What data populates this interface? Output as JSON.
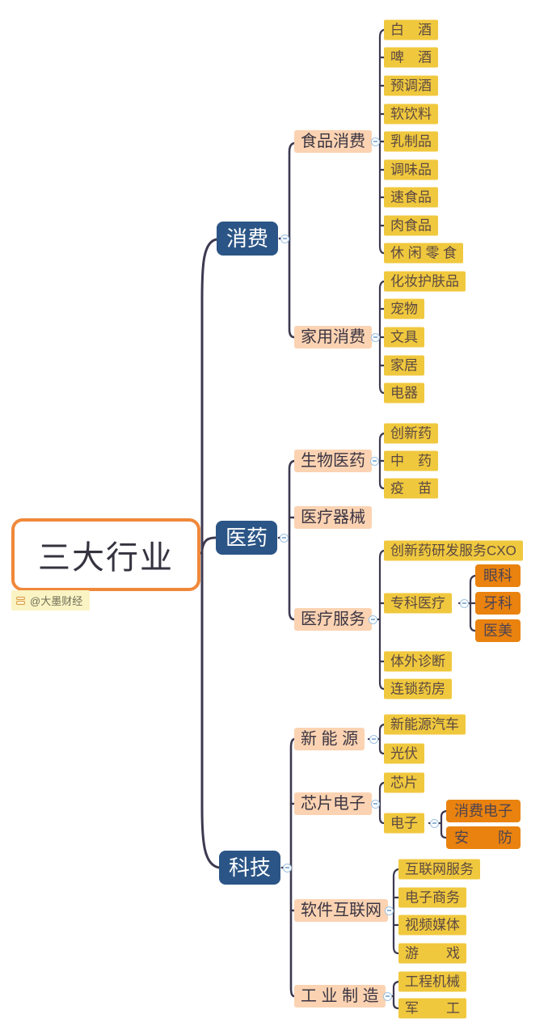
{
  "title": "三大行业",
  "root": {
    "label": "三大行业"
  },
  "watermark": {
    "label": "@大墨财经",
    "icon": "notes-icon"
  },
  "colors": {
    "branch_blue": "#2b5586",
    "subtopic_peach": "#fbd3b2",
    "leaf_yellow": "#f0c83e",
    "highlight_orange": "#e9820f",
    "root_border": "#f0883a",
    "connector_line": "#3c3950"
  },
  "branches": [
    {
      "label": "消费",
      "children": [
        {
          "label": "食品消费",
          "children": [
            {
              "label": "白　酒"
            },
            {
              "label": "啤　酒"
            },
            {
              "label": "预调酒"
            },
            {
              "label": "软饮料"
            },
            {
              "label": "乳制品"
            },
            {
              "label": "调味品"
            },
            {
              "label": "速食品"
            },
            {
              "label": "肉食品"
            },
            {
              "label": "休 闲 零 食"
            }
          ]
        },
        {
          "label": "家用消费",
          "children": [
            {
              "label": "化妆护肤品"
            },
            {
              "label": "宠物"
            },
            {
              "label": "文具"
            },
            {
              "label": "家居"
            },
            {
              "label": "电器"
            }
          ]
        }
      ]
    },
    {
      "label": "医药",
      "children": [
        {
          "label": "生物医药",
          "children": [
            {
              "label": "创新药"
            },
            {
              "label": "中　药"
            },
            {
              "label": "疫　苗"
            }
          ]
        },
        {
          "label": "医疗器械",
          "children": []
        },
        {
          "label": "医疗服务",
          "children": [
            {
              "label": "创新药研发服务CXO"
            },
            {
              "label": "专科医疗",
              "children": [
                {
                  "label": "眼科"
                },
                {
                  "label": "牙科"
                },
                {
                  "label": "医美"
                }
              ]
            },
            {
              "label": "体外诊断"
            },
            {
              "label": "连锁药房"
            }
          ]
        }
      ]
    },
    {
      "label": "科技",
      "children": [
        {
          "label": "新 能 源",
          "children": [
            {
              "label": "新能源汽车"
            },
            {
              "label": "光伏"
            }
          ]
        },
        {
          "label": "芯片电子",
          "children": [
            {
              "label": "芯片"
            },
            {
              "label": "电子",
              "children": [
                {
                  "label": "消费电子"
                },
                {
                  "label": "安　　防"
                }
              ]
            }
          ]
        },
        {
          "label": "软件互联网",
          "children": [
            {
              "label": "互联网服务"
            },
            {
              "label": "电子商务"
            },
            {
              "label": "视频媒体"
            },
            {
              "label": "游　　戏"
            }
          ]
        },
        {
          "label": "工 业 制 造",
          "children": [
            {
              "label": "工程机械"
            },
            {
              "label": "军　　工"
            }
          ]
        }
      ]
    }
  ]
}
